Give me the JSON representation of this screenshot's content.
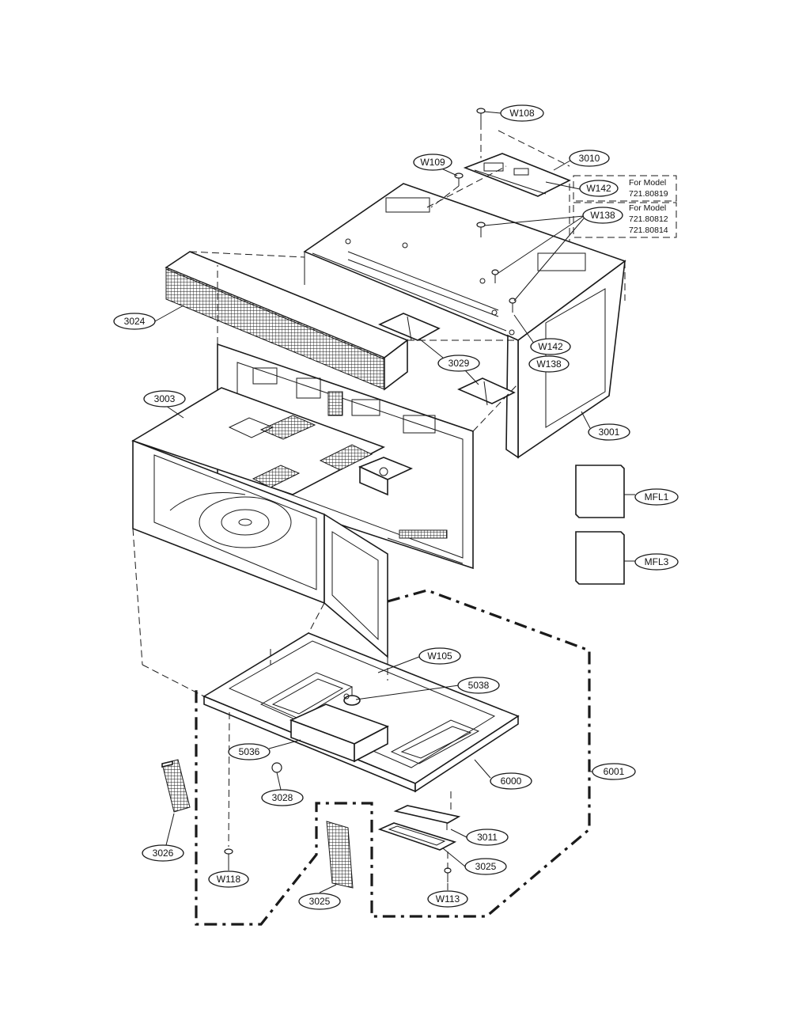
{
  "labels": {
    "w108": "W108",
    "w109": "W109",
    "p3010": "3010",
    "w142_top": "W142",
    "w138_top": "W138",
    "p3024": "3024",
    "p3029": "3029",
    "w142_mid": "W142",
    "w138_mid": "W138",
    "p3003": "3003",
    "p3001": "3001",
    "mfl1": "MFL1",
    "mfl3": "MFL3",
    "w105": "W105",
    "p5038": "5038",
    "p5036": "5036",
    "p6000": "6000",
    "p6001": "6001",
    "p3028": "3028",
    "p3026": "3026",
    "w118": "W118",
    "p3011": "3011",
    "p3025_right": "3025",
    "w113": "W113",
    "p3025_left": "3025"
  },
  "notes": {
    "model_a": [
      "For Model",
      "721.80819"
    ],
    "model_b": [
      "For Model",
      "721.80812",
      "721.80814"
    ]
  }
}
